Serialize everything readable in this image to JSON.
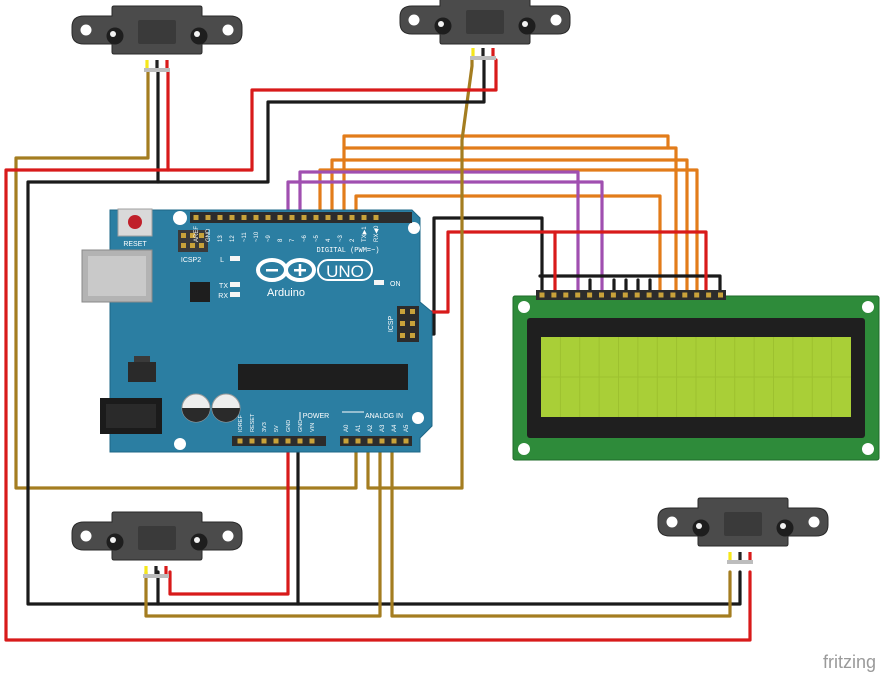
{
  "arduino": {
    "reset_label": "RESET",
    "icsp2_label": "ICSP2",
    "icsp_label": "ICSP",
    "brand": "Arduino",
    "model": "UNO",
    "on_label": "ON",
    "l_label": "L",
    "tx_label": "TX",
    "rx_label": "RX",
    "digital_header": "DIGITAL (PWM=~)",
    "digital_pins": [
      "AREF",
      "GND",
      "13",
      "12",
      "~11",
      "~10",
      "~9",
      "8",
      "7",
      "~6",
      "~5",
      "4",
      "~3",
      "2",
      "TX▶1",
      "RX◀0"
    ],
    "power_header": "POWER",
    "power_pins": [
      "IOREF",
      "RESET",
      "3V3",
      "5V",
      "GND",
      "GND",
      "VIN"
    ],
    "analog_header": "ANALOG IN",
    "analog_pins": [
      "A0",
      "A1",
      "A2",
      "A3",
      "A4",
      "A5"
    ]
  },
  "footer": {
    "brand": "fritzing"
  },
  "colors": {
    "board": "#2b7ea2",
    "red_wire": "#d81a1a",
    "black_wire": "#1a1a1a",
    "brown_wire": "#a47d20",
    "orange_wire": "#e27c1a",
    "purple_wire": "#a04fb0",
    "lcd_pcb": "#2e8b3a",
    "lcd_screen": "#a9cf37"
  },
  "icons": [
    "ir-distance-sensor",
    "lcd-16x2",
    "arduino-uno",
    "infinity-logo"
  ]
}
